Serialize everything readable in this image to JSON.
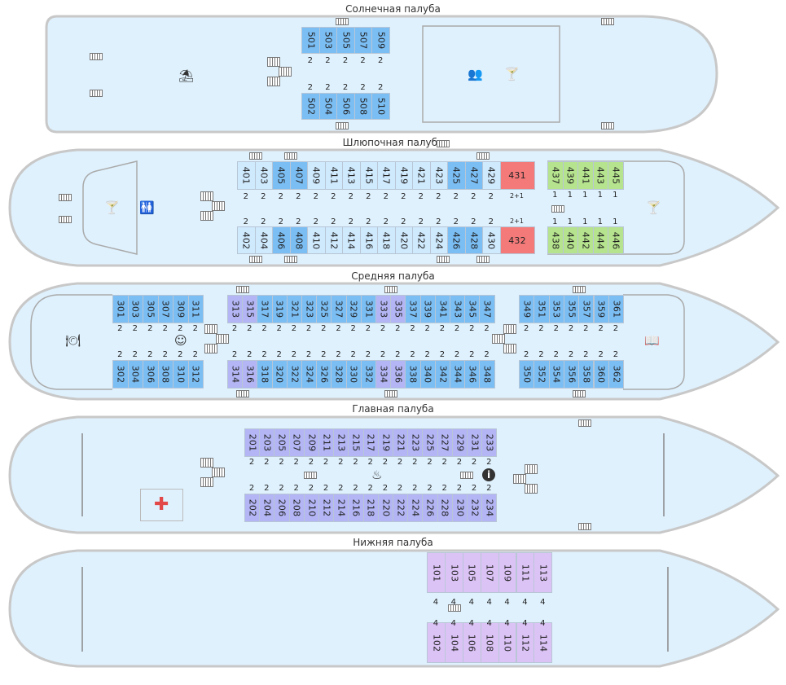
{
  "decks": [
    {
      "id": "sun",
      "title": "Солнечная палуба",
      "top": [
        {
          "num": "501",
          "berths": "2",
          "color": "blue"
        },
        {
          "num": "503",
          "berths": "2",
          "color": "blue"
        },
        {
          "num": "505",
          "berths": "2",
          "color": "blue"
        },
        {
          "num": "507",
          "berths": "2",
          "color": "blue"
        },
        {
          "num": "509",
          "berths": "2",
          "color": "blue"
        }
      ],
      "bottom": [
        {
          "num": "502",
          "berths": "2",
          "color": "blue"
        },
        {
          "num": "504",
          "berths": "2",
          "color": "blue"
        },
        {
          "num": "506",
          "berths": "2",
          "color": "blue"
        },
        {
          "num": "508",
          "berths": "2",
          "color": "blue"
        },
        {
          "num": "510",
          "berths": "2",
          "color": "blue"
        }
      ]
    },
    {
      "id": "boat",
      "title": "Шлюпочная палуба",
      "top": [
        {
          "num": "401",
          "berths": "2",
          "color": "light"
        },
        {
          "num": "403",
          "berths": "2",
          "color": "light"
        },
        {
          "num": "405",
          "berths": "2",
          "color": "blue"
        },
        {
          "num": "407",
          "berths": "2",
          "color": "blue"
        },
        {
          "num": "409",
          "berths": "2",
          "color": "light"
        },
        {
          "num": "411",
          "berths": "2",
          "color": "light"
        },
        {
          "num": "413",
          "berths": "2",
          "color": "light"
        },
        {
          "num": "415",
          "berths": "2",
          "color": "light"
        },
        {
          "num": "417",
          "berths": "2",
          "color": "light"
        },
        {
          "num": "419",
          "berths": "2",
          "color": "light"
        },
        {
          "num": "421",
          "berths": "2",
          "color": "light"
        },
        {
          "num": "423",
          "berths": "2",
          "color": "light"
        },
        {
          "num": "425",
          "berths": "2",
          "color": "blue"
        },
        {
          "num": "427",
          "berths": "2",
          "color": "blue"
        },
        {
          "num": "429",
          "berths": "2",
          "color": "light"
        },
        {
          "num": "431",
          "berths": "2+1",
          "color": "red"
        }
      ],
      "bottom": [
        {
          "num": "402",
          "berths": "2",
          "color": "light"
        },
        {
          "num": "404",
          "berths": "2",
          "color": "light"
        },
        {
          "num": "406",
          "berths": "2",
          "color": "blue"
        },
        {
          "num": "408",
          "berths": "2",
          "color": "blue"
        },
        {
          "num": "410",
          "berths": "2",
          "color": "light"
        },
        {
          "num": "412",
          "berths": "2",
          "color": "light"
        },
        {
          "num": "414",
          "berths": "2",
          "color": "light"
        },
        {
          "num": "416",
          "berths": "2",
          "color": "light"
        },
        {
          "num": "418",
          "berths": "2",
          "color": "light"
        },
        {
          "num": "420",
          "berths": "2",
          "color": "light"
        },
        {
          "num": "422",
          "berths": "2",
          "color": "light"
        },
        {
          "num": "424",
          "berths": "2",
          "color": "light"
        },
        {
          "num": "426",
          "berths": "2",
          "color": "blue"
        },
        {
          "num": "428",
          "berths": "2",
          "color": "blue"
        },
        {
          "num": "430",
          "berths": "2",
          "color": "light"
        },
        {
          "num": "432",
          "berths": "2+1",
          "color": "red"
        }
      ],
      "top_aft": [
        {
          "num": "437",
          "berths": "1",
          "color": "green"
        },
        {
          "num": "439",
          "berths": "1",
          "color": "green"
        },
        {
          "num": "441",
          "berths": "1",
          "color": "green"
        },
        {
          "num": "443",
          "berths": "1",
          "color": "green"
        },
        {
          "num": "445",
          "berths": "1",
          "color": "green"
        }
      ],
      "bottom_aft": [
        {
          "num": "438",
          "berths": "1",
          "color": "green"
        },
        {
          "num": "440",
          "berths": "1",
          "color": "green"
        },
        {
          "num": "442",
          "berths": "1",
          "color": "green"
        },
        {
          "num": "444",
          "berths": "1",
          "color": "green"
        },
        {
          "num": "446",
          "berths": "1",
          "color": "green"
        }
      ]
    },
    {
      "id": "middle",
      "title": "Средняя палуба",
      "top_fore": [
        {
          "num": "301",
          "berths": "2",
          "color": "blue"
        },
        {
          "num": "303",
          "berths": "2",
          "color": "blue"
        },
        {
          "num": "305",
          "berths": "2",
          "color": "blue"
        },
        {
          "num": "307",
          "berths": "2",
          "color": "blue"
        },
        {
          "num": "309",
          "berths": "2",
          "color": "blue"
        },
        {
          "num": "311",
          "berths": "2",
          "color": "blue"
        }
      ],
      "bottom_fore": [
        {
          "num": "302",
          "berths": "2",
          "color": "blue"
        },
        {
          "num": "304",
          "berths": "2",
          "color": "blue"
        },
        {
          "num": "306",
          "berths": "2",
          "color": "blue"
        },
        {
          "num": "308",
          "berths": "2",
          "color": "blue"
        },
        {
          "num": "310",
          "berths": "2",
          "color": "blue"
        },
        {
          "num": "312",
          "berths": "2",
          "color": "blue"
        }
      ],
      "top_mid": [
        {
          "num": "313",
          "berths": "2",
          "color": "purple"
        },
        {
          "num": "315",
          "berths": "2",
          "color": "purple"
        },
        {
          "num": "317",
          "berths": "2",
          "color": "blue"
        },
        {
          "num": "319",
          "berths": "2",
          "color": "blue"
        },
        {
          "num": "321",
          "berths": "2",
          "color": "blue"
        },
        {
          "num": "323",
          "berths": "2",
          "color": "blue"
        },
        {
          "num": "325",
          "berths": "2",
          "color": "blue"
        },
        {
          "num": "327",
          "berths": "2",
          "color": "blue"
        },
        {
          "num": "329",
          "berths": "2",
          "color": "blue"
        },
        {
          "num": "331",
          "berths": "2",
          "color": "blue"
        },
        {
          "num": "333",
          "berths": "2",
          "color": "purple"
        },
        {
          "num": "335",
          "berths": "2",
          "color": "purple"
        },
        {
          "num": "337",
          "berths": "2",
          "color": "blue"
        },
        {
          "num": "339",
          "berths": "2",
          "color": "blue"
        },
        {
          "num": "341",
          "berths": "2",
          "color": "blue"
        },
        {
          "num": "343",
          "berths": "2",
          "color": "blue"
        },
        {
          "num": "345",
          "berths": "2",
          "color": "blue"
        },
        {
          "num": "347",
          "berths": "2",
          "color": "blue"
        }
      ],
      "bottom_mid": [
        {
          "num": "314",
          "berths": "2",
          "color": "purple"
        },
        {
          "num": "316",
          "berths": "2",
          "color": "purple"
        },
        {
          "num": "318",
          "berths": "2",
          "color": "blue"
        },
        {
          "num": "320",
          "berths": "2",
          "color": "blue"
        },
        {
          "num": "322",
          "berths": "2",
          "color": "blue"
        },
        {
          "num": "324",
          "berths": "2",
          "color": "blue"
        },
        {
          "num": "326",
          "berths": "2",
          "color": "blue"
        },
        {
          "num": "328",
          "berths": "2",
          "color": "blue"
        },
        {
          "num": "330",
          "berths": "2",
          "color": "blue"
        },
        {
          "num": "332",
          "berths": "2",
          "color": "blue"
        },
        {
          "num": "334",
          "berths": "2",
          "color": "purple"
        },
        {
          "num": "336",
          "berths": "2",
          "color": "purple"
        },
        {
          "num": "338",
          "berths": "2",
          "color": "blue"
        },
        {
          "num": "340",
          "berths": "2",
          "color": "blue"
        },
        {
          "num": "342",
          "berths": "2",
          "color": "blue"
        },
        {
          "num": "344",
          "berths": "2",
          "color": "blue"
        },
        {
          "num": "346",
          "berths": "2",
          "color": "blue"
        },
        {
          "num": "348",
          "berths": "2",
          "color": "blue"
        }
      ],
      "top_aft": [
        {
          "num": "349",
          "berths": "2",
          "color": "blue"
        },
        {
          "num": "351",
          "berths": "2",
          "color": "blue"
        },
        {
          "num": "353",
          "berths": "2",
          "color": "blue"
        },
        {
          "num": "355",
          "berths": "2",
          "color": "blue"
        },
        {
          "num": "357",
          "berths": "2",
          "color": "blue"
        },
        {
          "num": "359",
          "berths": "2",
          "color": "blue"
        },
        {
          "num": "361",
          "berths": "2",
          "color": "blue"
        }
      ],
      "bottom_aft": [
        {
          "num": "350",
          "berths": "2",
          "color": "blue"
        },
        {
          "num": "352",
          "berths": "2",
          "color": "blue"
        },
        {
          "num": "354",
          "berths": "2",
          "color": "blue"
        },
        {
          "num": "356",
          "berths": "2",
          "color": "blue"
        },
        {
          "num": "358",
          "berths": "2",
          "color": "blue"
        },
        {
          "num": "360",
          "berths": "2",
          "color": "blue"
        },
        {
          "num": "362",
          "berths": "2",
          "color": "blue"
        }
      ]
    },
    {
      "id": "main",
      "title": "Главная палуба",
      "top": [
        {
          "num": "201",
          "berths": "2",
          "color": "purple"
        },
        {
          "num": "203",
          "berths": "2",
          "color": "purple"
        },
        {
          "num": "205",
          "berths": "2",
          "color": "purple"
        },
        {
          "num": "207",
          "berths": "2",
          "color": "purple"
        },
        {
          "num": "209",
          "berths": "2",
          "color": "purple"
        },
        {
          "num": "211",
          "berths": "2",
          "color": "purple"
        },
        {
          "num": "213",
          "berths": "2",
          "color": "purple"
        },
        {
          "num": "215",
          "berths": "2",
          "color": "purple"
        },
        {
          "num": "217",
          "berths": "2",
          "color": "purple"
        },
        {
          "num": "219",
          "berths": "2",
          "color": "purple"
        },
        {
          "num": "221",
          "berths": "2",
          "color": "purple"
        },
        {
          "num": "223",
          "berths": "2",
          "color": "purple"
        },
        {
          "num": "225",
          "berths": "2",
          "color": "purple"
        },
        {
          "num": "227",
          "berths": "2",
          "color": "purple"
        },
        {
          "num": "229",
          "berths": "2",
          "color": "purple"
        },
        {
          "num": "231",
          "berths": "2",
          "color": "purple"
        },
        {
          "num": "233",
          "berths": "2",
          "color": "purple"
        }
      ],
      "bottom": [
        {
          "num": "202",
          "berths": "2",
          "color": "purple"
        },
        {
          "num": "204",
          "berths": "2",
          "color": "purple"
        },
        {
          "num": "206",
          "berths": "2",
          "color": "purple"
        },
        {
          "num": "208",
          "berths": "2",
          "color": "purple"
        },
        {
          "num": "210",
          "berths": "2",
          "color": "purple"
        },
        {
          "num": "212",
          "berths": "2",
          "color": "purple"
        },
        {
          "num": "214",
          "berths": "2",
          "color": "purple"
        },
        {
          "num": "216",
          "berths": "2",
          "color": "purple"
        },
        {
          "num": "218",
          "berths": "2",
          "color": "purple"
        },
        {
          "num": "220",
          "berths": "2",
          "color": "purple"
        },
        {
          "num": "222",
          "berths": "2",
          "color": "purple"
        },
        {
          "num": "224",
          "berths": "2",
          "color": "purple"
        },
        {
          "num": "226",
          "berths": "2",
          "color": "purple"
        },
        {
          "num": "228",
          "berths": "2",
          "color": "purple"
        },
        {
          "num": "230",
          "berths": "2",
          "color": "purple"
        },
        {
          "num": "232",
          "berths": "2",
          "color": "purple"
        },
        {
          "num": "234",
          "berths": "2",
          "color": "purple"
        }
      ]
    },
    {
      "id": "lower",
      "title": "Нижняя палуба",
      "top": [
        {
          "num": "101",
          "berths": "4",
          "color": "lav"
        },
        {
          "num": "103",
          "berths": "4",
          "color": "lav"
        },
        {
          "num": "105",
          "berths": "4",
          "color": "lav"
        },
        {
          "num": "107",
          "berths": "4",
          "color": "lav"
        },
        {
          "num": "109",
          "berths": "4",
          "color": "lav"
        },
        {
          "num": "111",
          "berths": "4",
          "color": "lav"
        },
        {
          "num": "113",
          "berths": "4",
          "color": "lav"
        }
      ],
      "bottom": [
        {
          "num": "102",
          "berths": "4",
          "color": "lav"
        },
        {
          "num": "104",
          "berths": "4",
          "color": "lav"
        },
        {
          "num": "106",
          "berths": "4",
          "color": "lav"
        },
        {
          "num": "108",
          "berths": "4",
          "color": "lav"
        },
        {
          "num": "110",
          "berths": "4",
          "color": "lav"
        },
        {
          "num": "112",
          "berths": "4",
          "color": "lav"
        },
        {
          "num": "114",
          "berths": "4",
          "color": "lav"
        }
      ]
    }
  ],
  "icons": {
    "umbrella": "⛱",
    "cocktail": "🍸",
    "conference": "👥",
    "toilet": "🚻",
    "restaurant": "🍽",
    "children": "☺",
    "library": "📖",
    "iron": "♨",
    "info": "i",
    "medical": "✚"
  },
  "colors": {
    "hull_fill": "#dff1fd",
    "hull_stroke": "#c3c3c3",
    "light": "#cfe9fd",
    "blue": "#7bbef4",
    "purple": "#b3b5f4",
    "lavender": "#dcc3f6",
    "green": "#b6e48e",
    "red": "#f47a7a",
    "medical_cross": "#e24848"
  }
}
